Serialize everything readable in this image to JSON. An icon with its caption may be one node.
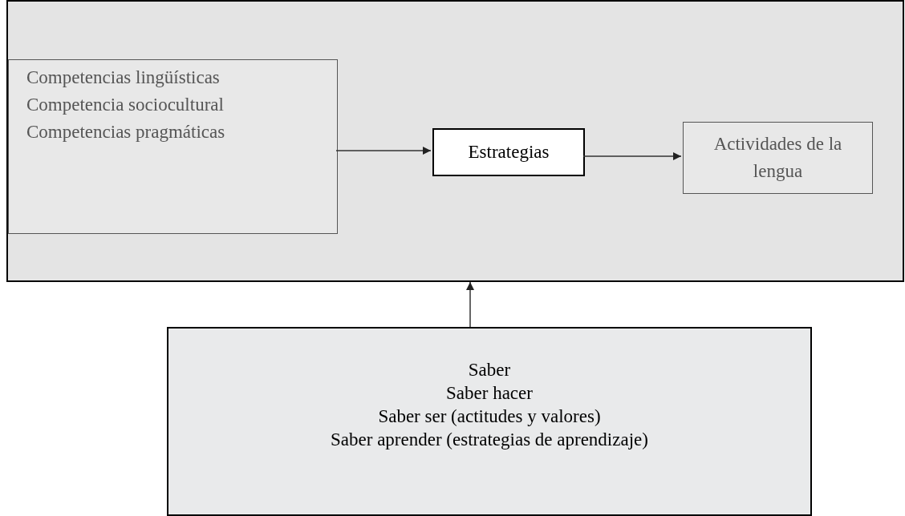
{
  "diagram": {
    "nodes": [
      {
        "text": [],
        "shape": "box"
      },
      {
        "text": [
          "Competencias lingüísticas",
          "Competencia sociocultural",
          "Competencias pragmáticas"
        ],
        "in": 0
      },
      {
        "text": [
          "Estrategias"
        ],
        "in": 0
      },
      {
        "text": [
          "Actividades de la lengua"
        ],
        "in": 0
      },
      {
        "text": [
          "Saber",
          "Saber hacer",
          "Saber ser (actitudes y valores)",
          "Saber aprender (estrategias de aprendizaje)"
        ]
      }
    ],
    "edges": [
      {
        "from": 1,
        "to": 2,
        "arrow": "to"
      },
      {
        "from": 2,
        "to": 3,
        "arrow": "to"
      },
      {
        "from": 4,
        "to": 0,
        "arrow": "to"
      }
    ]
  }
}
